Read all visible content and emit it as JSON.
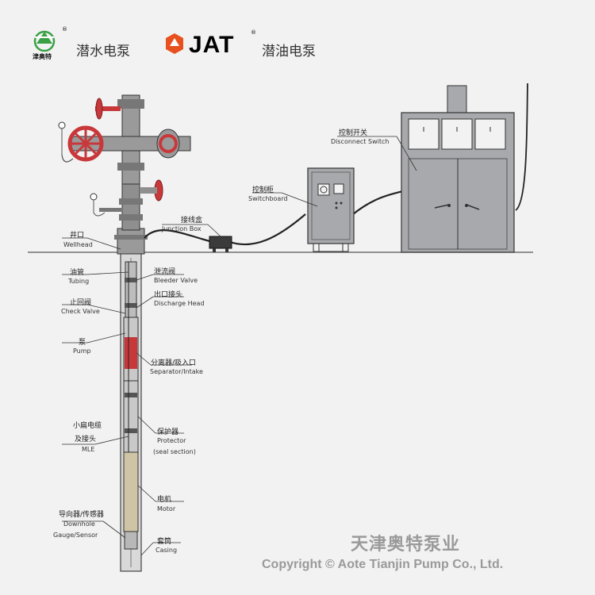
{
  "header": {
    "logo1_text": "津奥特",
    "logo1_reg": "®",
    "brand1_name": "潜水电泵",
    "logo2_text": "JAT",
    "logo2_reg": "®",
    "brand2_name": "潜油电泵"
  },
  "labels": {
    "disconnect_switch": {
      "cn": "控制开关",
      "en": "Disconnect Switch"
    },
    "switchboard": {
      "cn": "控制柜",
      "en": "Switchboard"
    },
    "junction_box": {
      "cn": "接线盒",
      "en": "Junction Box"
    },
    "wellhead": {
      "cn": "井口",
      "en": "Wellhead"
    },
    "tubing": {
      "cn": "油管",
      "en": "Tubing"
    },
    "bleeder_valve": {
      "cn": "泄流阀",
      "en": "Bleeder Valve"
    },
    "discharge_head": {
      "cn": "出口接头",
      "en": "Discharge Head"
    },
    "check_valve": {
      "cn": "止回阀",
      "en": "Check Valve"
    },
    "pump": {
      "cn": "泵",
      "en": "Pump"
    },
    "separator": {
      "cn": "分离器/吸入口",
      "en": "Separator/Intake"
    },
    "mle": {
      "cn1": "小扁电缆",
      "cn2": "及接头",
      "en": "MLE"
    },
    "protector": {
      "cn": "保护器",
      "en1": "Protector",
      "en2": "(seal section)"
    },
    "motor": {
      "cn": "电机",
      "en": "Motor"
    },
    "downhole": {
      "cn": "导向器/传感器",
      "en1": "Downhole",
      "en2": "Gauge/Sensor"
    },
    "casing": {
      "cn": "套筒",
      "en": "Casing"
    }
  },
  "footer": {
    "company_cn": "天津奥特泵业",
    "copyright": "Copyright ©  Aote Tianjin Pump Co., Ltd."
  },
  "colors": {
    "background": "#f2f2f2",
    "valve_red": "#c8383b",
    "cabinet_gray": "#a8a9ad",
    "logo_green": "#3aa046",
    "logo_orange": "#e8501e",
    "watermark_gray": "#9a9a9a"
  }
}
